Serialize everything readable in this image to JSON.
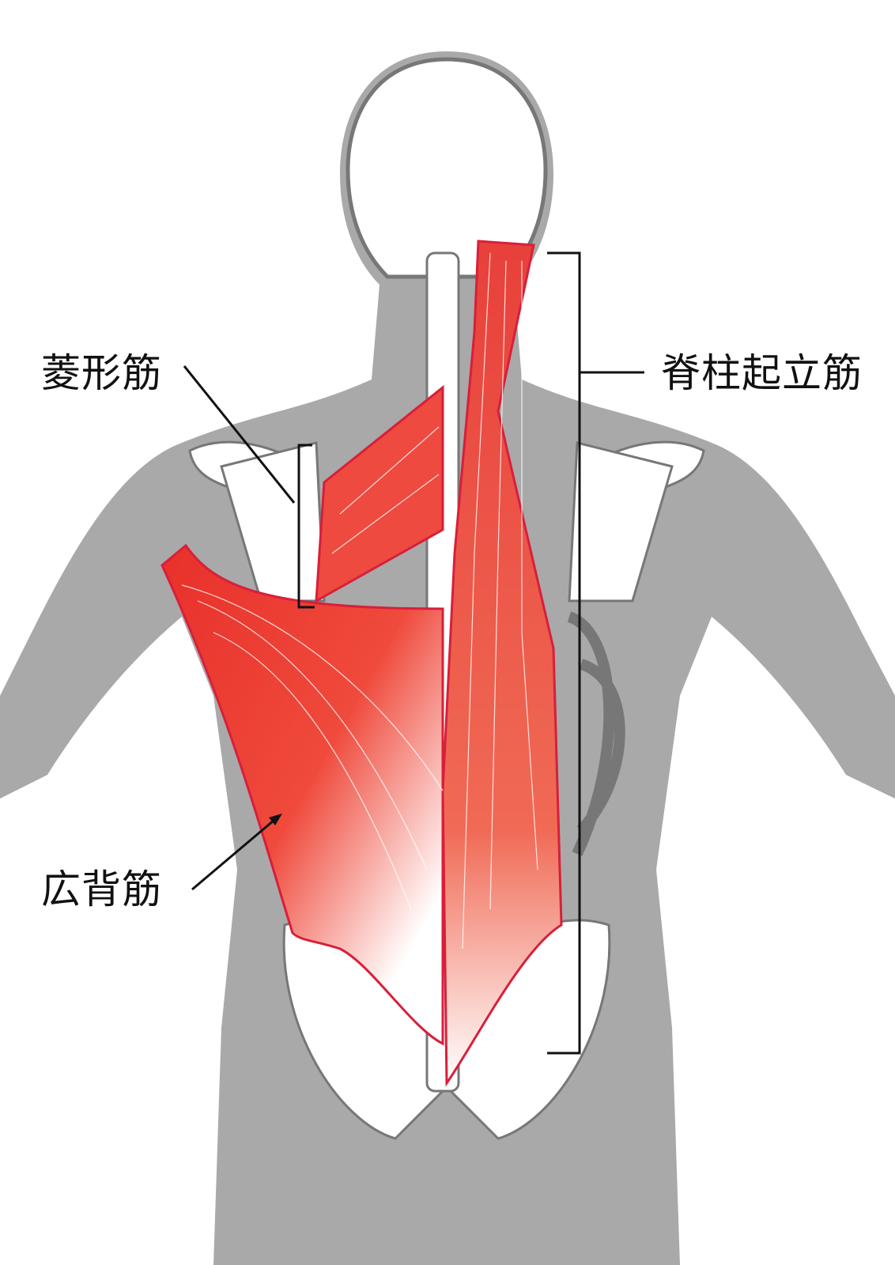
{
  "diagram": {
    "subject": "back muscles, posterior view",
    "labels": {
      "rhomboid": "菱形筋",
      "erector_spinae": "脊柱起立筋",
      "latissimus_dorsi": "広背筋"
    },
    "colors": {
      "silhouette": "#a9a9a9",
      "muscle": "#e8403a",
      "muscle_outline": "#d81f3a",
      "bone": "#ffffff",
      "bone_outline": "#777777",
      "leader_line": "#111111"
    }
  }
}
